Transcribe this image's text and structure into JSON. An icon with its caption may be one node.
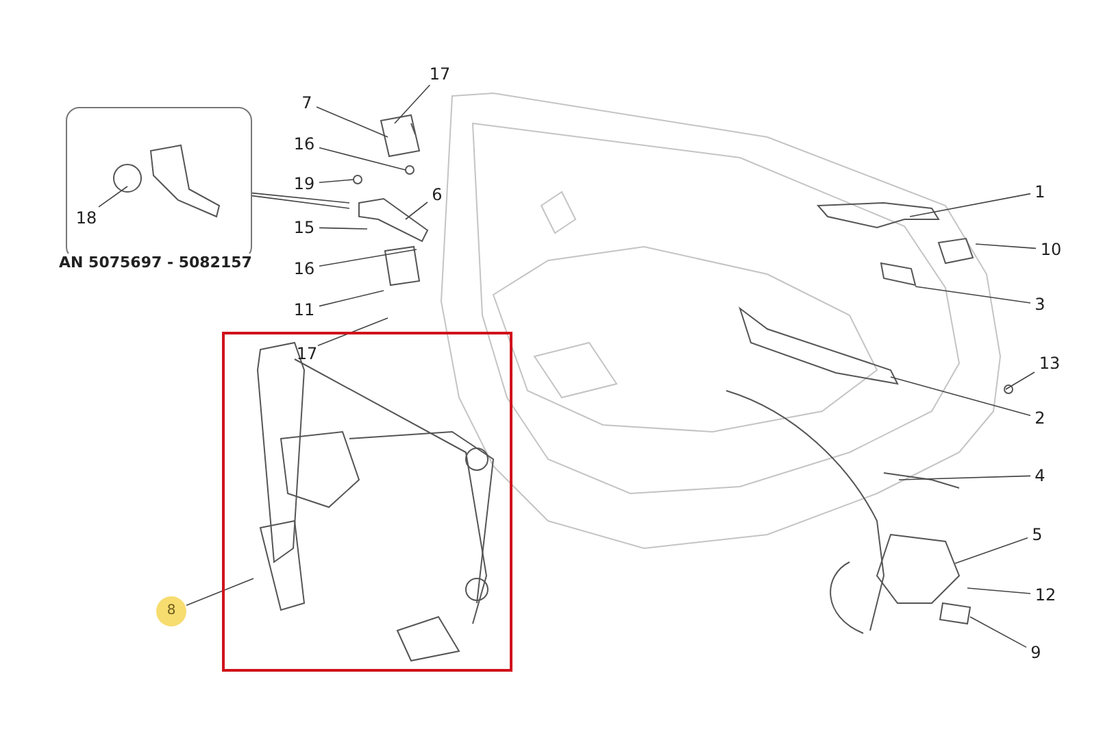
{
  "diagram": {
    "nodes": [
      {
        "text": [
          "17"
        ]
      },
      {
        "text": [
          "7"
        ]
      },
      {
        "text": [
          "16"
        ]
      },
      {
        "text": [
          "AN 5075697 - 5082157"
        ]
      },
      {
        "text": [
          "18"
        ],
        "in": 3
      },
      {
        "text": [
          "19"
        ]
      },
      {
        "text": [
          "6"
        ]
      },
      {
        "text": [
          "15"
        ]
      },
      {
        "text": [
          "16"
        ]
      },
      {
        "text": [
          "11"
        ]
      },
      {
        "text": [],
        "shape": "box"
      },
      {
        "text": [
          "17"
        ],
        "in": 10
      },
      {
        "text": [
          "8"
        ]
      },
      {
        "text": [
          "1"
        ]
      },
      {
        "text": [
          "10"
        ]
      },
      {
        "text": [
          "3"
        ]
      },
      {
        "text": [
          "13"
        ]
      },
      {
        "text": [
          "2"
        ]
      },
      {
        "text": [
          "4"
        ]
      },
      {
        "text": [
          "5"
        ]
      },
      {
        "text": [
          "12"
        ]
      },
      {
        "text": [
          "9"
        ]
      }
    ],
    "edges": [
      {
        "from": 0,
        "to": null,
        "arrow": "none"
      },
      {
        "from": 1,
        "to": null,
        "arrow": "none"
      },
      {
        "from": 2,
        "to": null,
        "arrow": "none"
      },
      {
        "from": 3,
        "to": null,
        "arrow": "none"
      },
      {
        "from": 3,
        "to": null,
        "arrow": "none"
      },
      {
        "from": 4,
        "to": null,
        "arrow": "none"
      },
      {
        "from": 5,
        "to": null,
        "arrow": "none"
      },
      {
        "from": 6,
        "to": null,
        "arrow": "none"
      },
      {
        "from": 7,
        "to": null,
        "arrow": "none"
      },
      {
        "from": 8,
        "to": null,
        "arrow": "none"
      },
      {
        "from": 9,
        "to": null,
        "arrow": "none"
      },
      {
        "from": 11,
        "to": null,
        "arrow": "none"
      },
      {
        "from": 12,
        "to": null,
        "arrow": "none"
      },
      {
        "from": 13,
        "to": null,
        "arrow": "none"
      },
      {
        "from": 14,
        "to": null,
        "arrow": "none"
      },
      {
        "from": 15,
        "to": null,
        "arrow": "none"
      },
      {
        "from": 16,
        "to": null,
        "arrow": "none"
      },
      {
        "from": 17,
        "to": null,
        "arrow": "none"
      },
      {
        "from": 18,
        "to": null,
        "arrow": "none"
      },
      {
        "from": 19,
        "to": null,
        "arrow": "none"
      },
      {
        "from": 20,
        "to": null,
        "arrow": "none"
      },
      {
        "from": 21,
        "to": null,
        "arrow": "none"
      }
    ]
  }
}
